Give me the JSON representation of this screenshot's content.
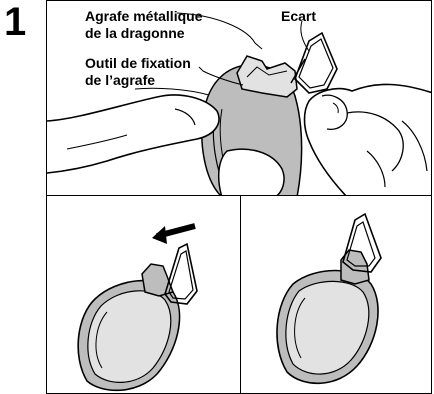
{
  "step": {
    "number": "1"
  },
  "labels": {
    "clip_line1": "Agrafe métallique",
    "clip_line2": "de la dragonne",
    "gap": "Ecart",
    "tool_line1": "Outil de fixation",
    "tool_line2": "de l’agrafe"
  },
  "colors": {
    "ink": "#000000",
    "tool_fill": "#bdbdbd",
    "tool_light": "#e2e2e2",
    "background": "#ffffff"
  },
  "icons": {
    "direction_arrow": "arrow-left-icon"
  }
}
